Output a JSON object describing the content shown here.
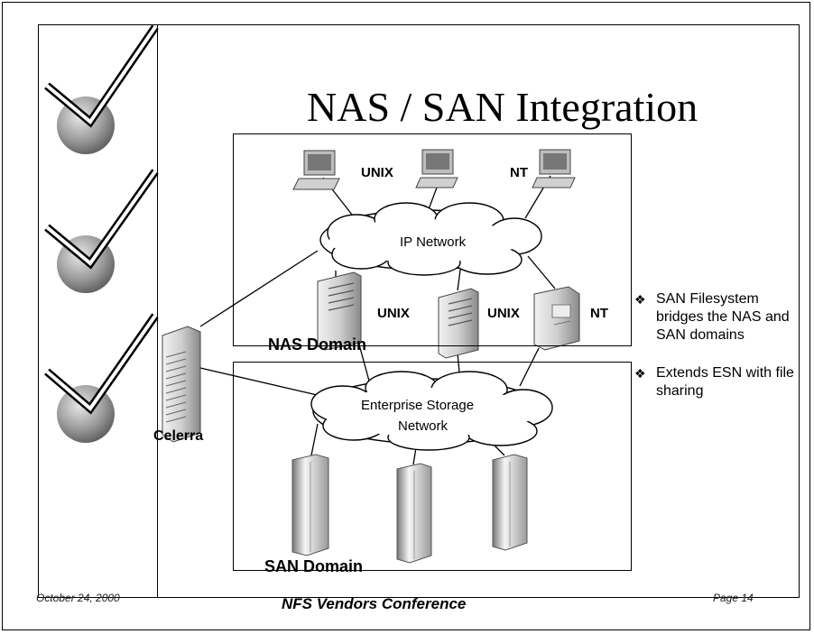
{
  "title": "NAS / SAN Integration",
  "nas": {
    "domain_label": "NAS Domain",
    "client_labels": [
      "UNIX",
      "NT"
    ],
    "server_labels": [
      "UNIX",
      "UNIX",
      "NT"
    ],
    "cloud_label": "IP Network"
  },
  "san": {
    "domain_label": "SAN Domain",
    "cloud_label_line1": "Enterprise Storage",
    "cloud_label_line2": "Network"
  },
  "celerra_label": "Celerra",
  "bullets": [
    {
      "text": "SAN Filesystem bridges the NAS and SAN domains"
    },
    {
      "text": "Extends ESN with file sharing"
    }
  ],
  "footer": {
    "date": "October 24, 2000",
    "conference": "NFS Vendors Conference",
    "page": "Page 14"
  }
}
